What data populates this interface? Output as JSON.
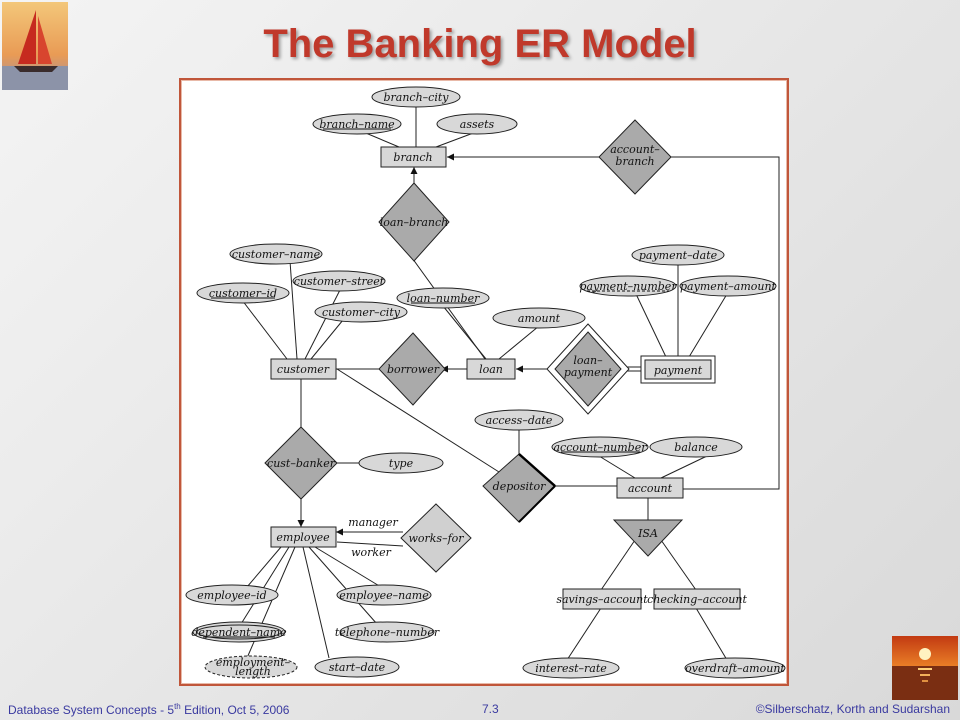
{
  "slide": {
    "title": "The Banking ER Model"
  },
  "footer": {
    "book_pre": "Database  System Concepts  - 5",
    "book_sup": "th",
    "book_post": " Edition, Oct 5, 2006",
    "page": "7.3",
    "copyright": "©Silberschatz, Korth and Sudarshan"
  },
  "diagram": {
    "entities": {
      "branch": "branch",
      "customer": "customer",
      "loan": "loan",
      "payment": "payment",
      "employee": "employee",
      "account": "account",
      "savings_account": "savings–account",
      "checking_account": "checking–account"
    },
    "relationships": {
      "account_branch_1": "account–",
      "account_branch_2": "branch",
      "loan_branch": "loan–branch",
      "borrower": "borrower",
      "loan_payment_1": "loan–",
      "loan_payment_2": "payment",
      "cust_banker": "cust–banker",
      "depositor": "depositor",
      "works_for": "works–for",
      "isa": "ISA"
    },
    "attributes": {
      "branch_city": "branch–city",
      "branch_name": "branch–name",
      "assets": "assets",
      "customer_name": "customer–name",
      "customer_street": "customer–street",
      "customer_id": "customer–id",
      "customer_city": "customer–city",
      "loan_number": "loan–number",
      "amount": "amount",
      "payment_date": "payment–date",
      "payment_number": "payment–number",
      "payment_amount": "payment–amount",
      "access_date": "access–date",
      "account_number": "account–number",
      "balance": "balance",
      "type": "type",
      "employee_id": "employee–id",
      "employee_name": "employee–name",
      "dependent_name": "dependent–name",
      "telephone_number": "telephone–number",
      "employment_length_1": "employment–",
      "employment_length_2": "length",
      "start_date": "start–date",
      "interest_rate": "interest–rate",
      "overdraft_amount": "overdraft–amount"
    },
    "roles": {
      "manager": "manager",
      "worker": "worker"
    }
  }
}
